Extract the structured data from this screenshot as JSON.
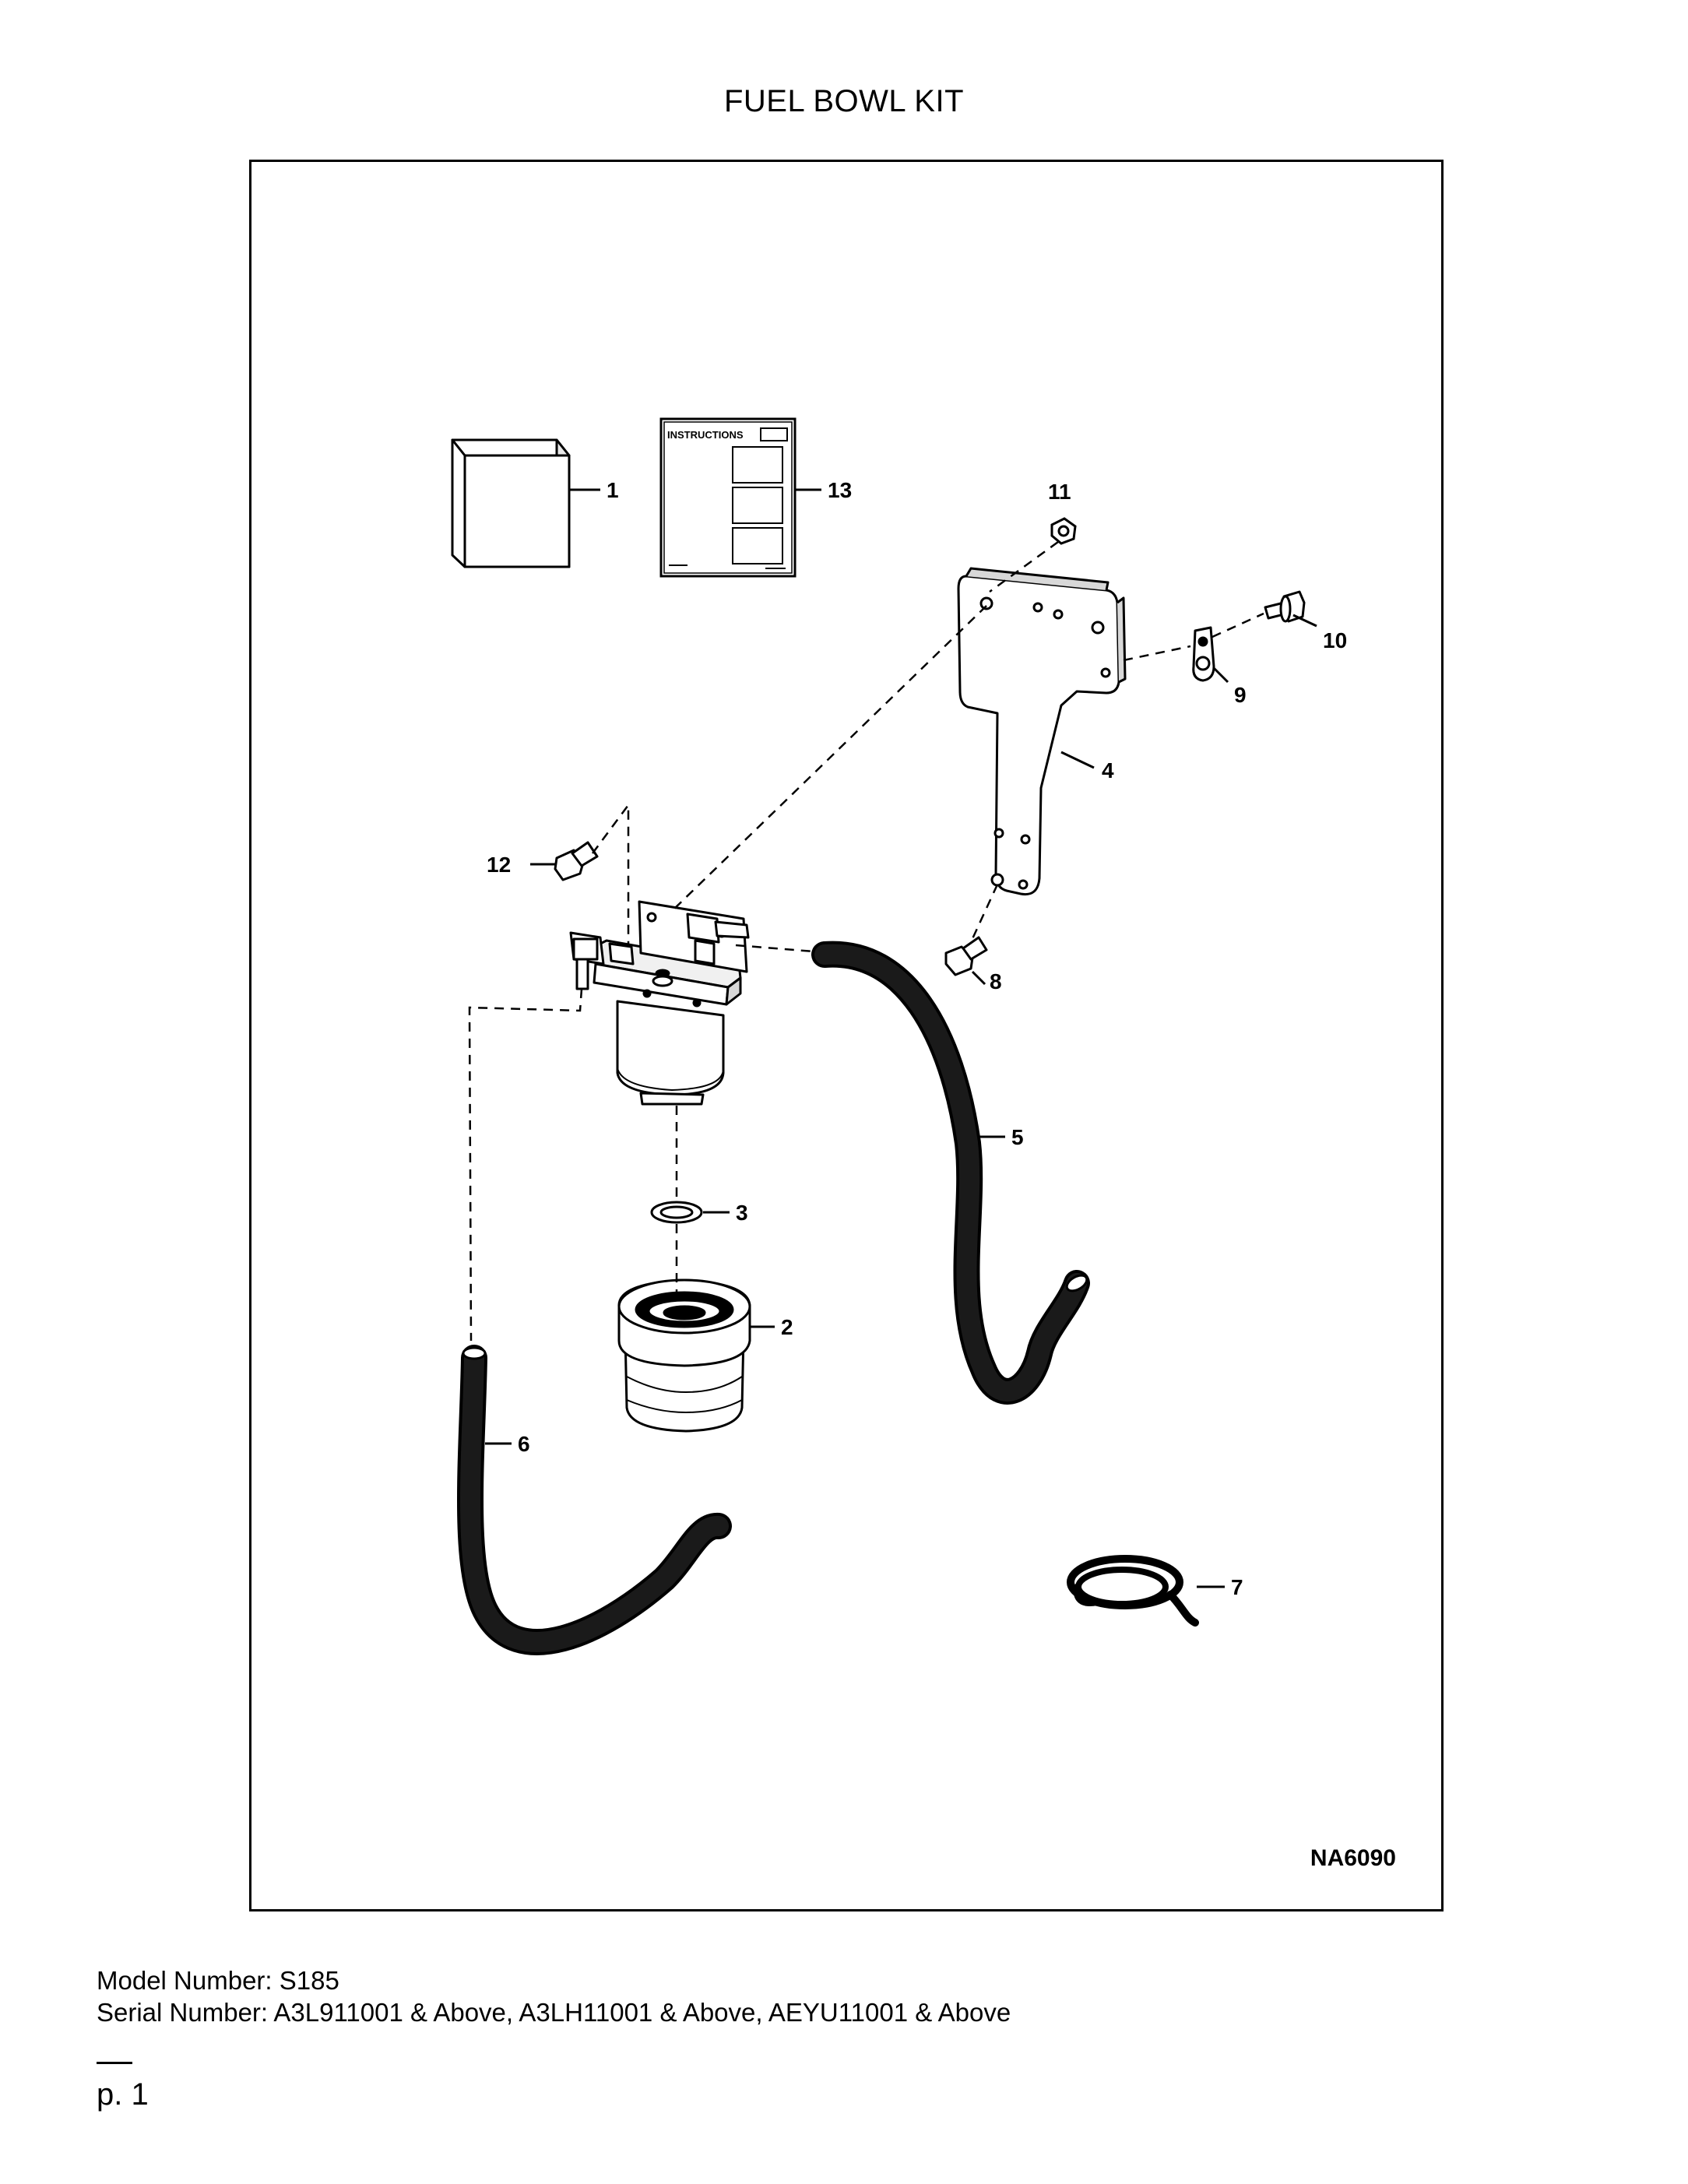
{
  "title": "FUEL BOWL KIT",
  "drawing_id": "NA6090",
  "instructions_label": "INSTRUCTIONS",
  "callouts": [
    "1",
    "2",
    "3",
    "4",
    "5",
    "6",
    "7",
    "8",
    "9",
    "10",
    "11",
    "12",
    "13"
  ],
  "footer": {
    "model": "Model Number: S185",
    "serial": "Serial Number: A3L911001 & Above, A3LH11001 & Above, AEYU11001 & Above",
    "page": "p. 1"
  }
}
